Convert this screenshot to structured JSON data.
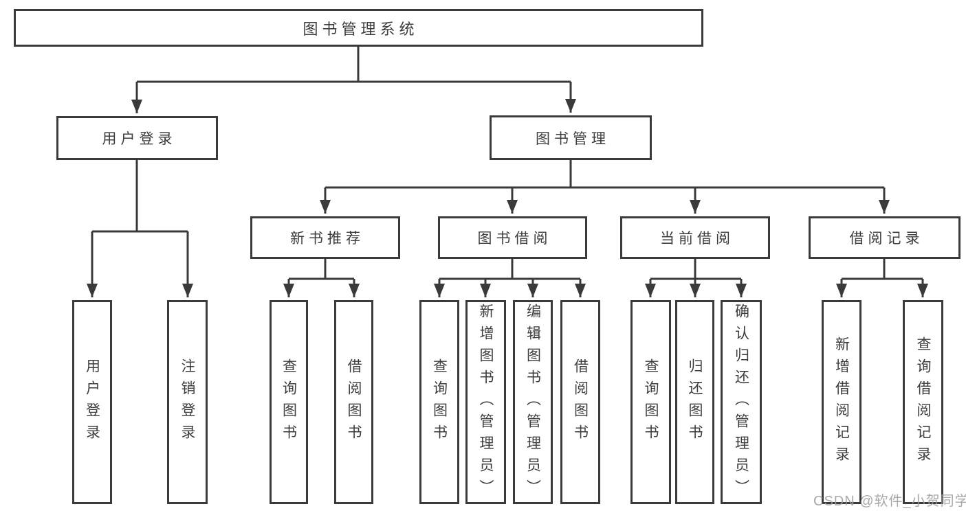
{
  "diagram": {
    "root": {
      "label": "图书管理系统"
    },
    "level2": [
      {
        "label": "用户登录"
      },
      {
        "label": "图书管理"
      }
    ],
    "level3": [
      {
        "label": "新书推荐"
      },
      {
        "label": "图书借阅"
      },
      {
        "label": "当前借阅"
      },
      {
        "label": "借阅记录"
      }
    ],
    "level4": {
      "user_login": [
        {
          "label": "用户登录"
        },
        {
          "label": "注销登录"
        }
      ],
      "new_book": [
        {
          "label": "查询图书"
        },
        {
          "label": "借阅图书"
        }
      ],
      "book_borrow": [
        {
          "label": "查询图书"
        },
        {
          "label": "新增图书（管理员）"
        },
        {
          "label": "编辑图书（管理员）"
        },
        {
          "label": "借阅图书"
        }
      ],
      "current_borrow": [
        {
          "label": "查询图书"
        },
        {
          "label": "归还图书"
        },
        {
          "label": "确认归还（管理员）"
        }
      ],
      "borrow_record": [
        {
          "label": "新增借阅记录"
        },
        {
          "label": "查询借阅记录"
        }
      ]
    },
    "watermark": "CSDN @软件_小贺同学",
    "colors": {
      "line": "#3a3a3a",
      "text": "#3d3d3d",
      "background": "#ffffff",
      "watermark": "#9e9e9e"
    }
  }
}
